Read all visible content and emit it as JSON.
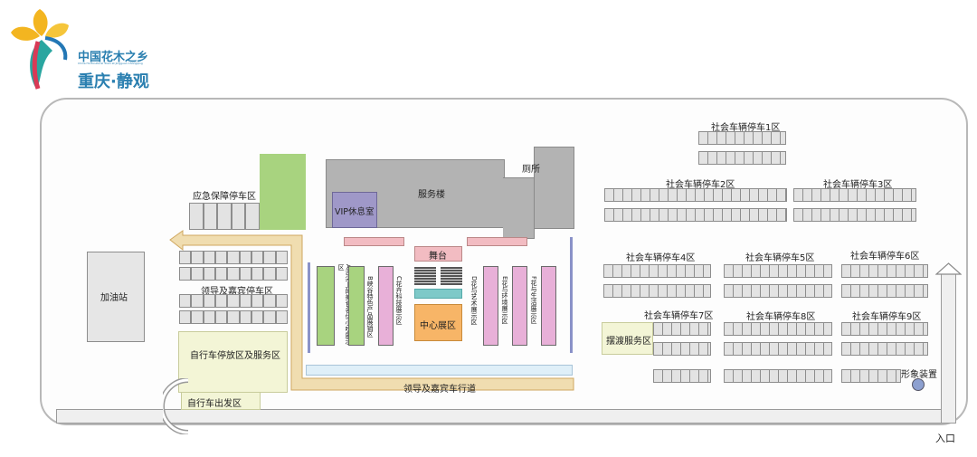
{
  "logo": {
    "line1": "中国花木之乡",
    "line2": "China Horticultural Town at Jingguan Chongqing",
    "line3": "重庆·静观"
  },
  "buildings": {
    "service": "服务楼",
    "toilet": "厕所",
    "vip": "VIP休息室",
    "stage": "舞台",
    "center": "中心展区",
    "gas": "加油站"
  },
  "parking": {
    "emergency": "应急保障停车区",
    "leader": "领导及嘉宾停车区",
    "bike": "自行车停放区及服务区",
    "bike_start": "自行车出发区",
    "ferry": "摆渡服务区",
    "p1": "社会车辆停车1区",
    "p2": "社会车辆停车2区",
    "p3": "社会车辆停车3区",
    "p4": "社会车辆停车4区",
    "p5": "社会车辆停车5区",
    "p6": "社会车辆停车6区",
    "p7": "社会车辆停车7区",
    "p8": "社会车辆停车8区",
    "p9": "社会车辆停车9区"
  },
  "roads": {
    "leader_lane": "领导及嘉宾车行道",
    "entrance": "入口",
    "image_device": "形象装置"
  },
  "zones": [
    {
      "letter": "A",
      "text": "舌尖上的美食名优小吃展示区"
    },
    {
      "letter": "B",
      "text": "峡谷特色产品展销区"
    },
    {
      "letter": "C",
      "text": "花卉科技展示区"
    },
    {
      "letter": "D",
      "text": "花与艺术展示区"
    },
    {
      "letter": "E",
      "text": "花与环境展示区"
    },
    {
      "letter": "F",
      "text": "花与生活展示区"
    }
  ],
  "colors": {
    "green": "#a8d37f",
    "pink": "#e8b0d8",
    "road_yellow": "#f0ddb0",
    "bike_area": "#f3f5d6",
    "orange": "#f7b567",
    "stage": "#f2bcc2",
    "vip": "#9f98c8",
    "teal": "#7ec9c8",
    "light_blue": "#dfeff8"
  }
}
